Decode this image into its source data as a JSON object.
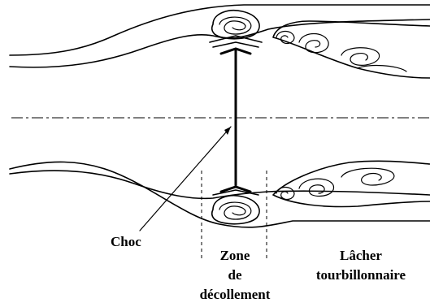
{
  "labels": {
    "shock": "Choc",
    "separation_line1": "Zone",
    "separation_line2": "de",
    "separation_line3": "décollement",
    "shedding_line1": "Lâcher",
    "shedding_line2": "tourbillonnaire"
  }
}
